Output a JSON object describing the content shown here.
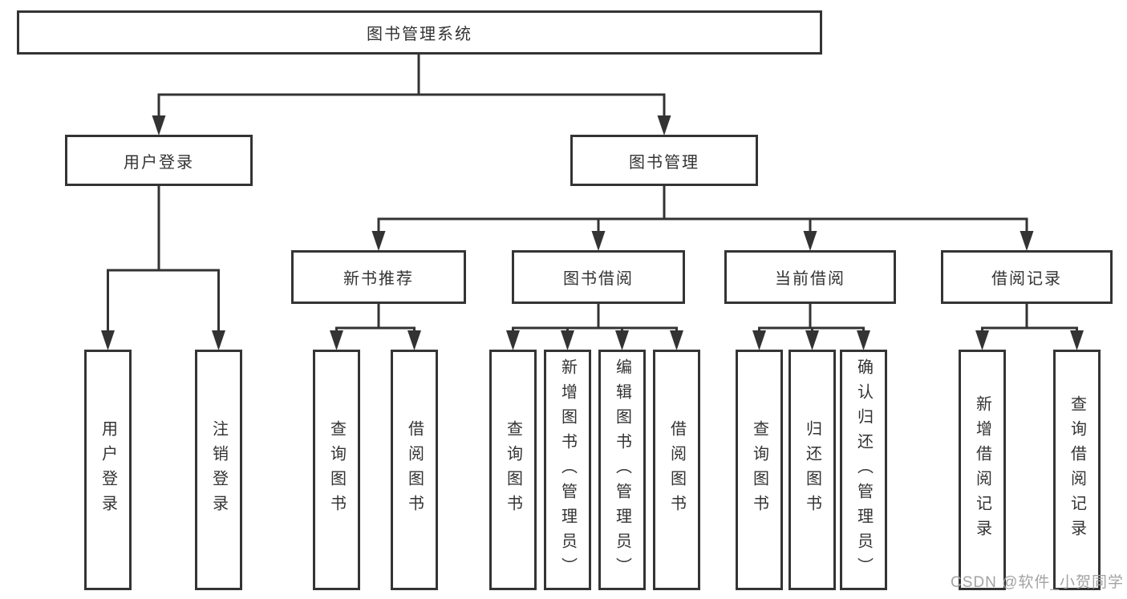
{
  "tree": {
    "root": "图书管理系统",
    "branches": [
      {
        "label": "用户登录",
        "children": [
          "用户登录",
          "注销登录"
        ]
      },
      {
        "label": "图书管理",
        "groups": [
          {
            "label": "新书推荐",
            "children": [
              "查询图书",
              "借阅图书"
            ]
          },
          {
            "label": "图书借阅",
            "children": [
              "查询图书",
              "新增图书（管理员）",
              "编辑图书（管理员）",
              "借阅图书"
            ]
          },
          {
            "label": "当前借阅",
            "children": [
              "查询图书",
              "归还图书",
              "确认归还（管理员）"
            ]
          },
          {
            "label": "借阅记录",
            "children": [
              "新增借阅记录",
              "查询借阅记录"
            ]
          }
        ]
      }
    ]
  },
  "watermark": {
    "text": "CSDN @软件_小贺同学"
  },
  "colors": {
    "line": "#333333",
    "box_border": "#343434",
    "text": "#333333",
    "watermark": "#a3a3a3",
    "background": "#ffffff"
  }
}
